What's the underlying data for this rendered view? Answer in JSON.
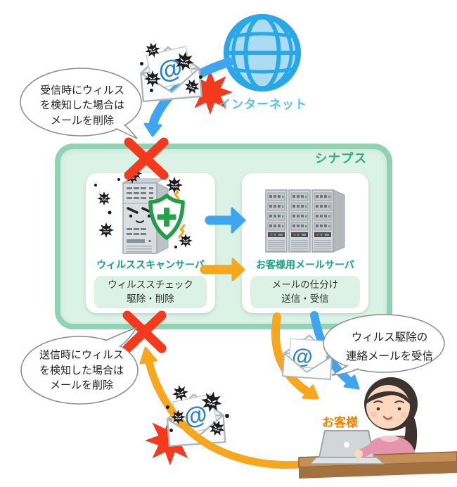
{
  "labels": {
    "internet": "インターネット",
    "synapse": "シナプス",
    "customer": "お客様",
    "at_symbol": "@"
  },
  "scan_server": {
    "title": "ウィルススキャンサーバ",
    "note_line1": "ウィルススチェック",
    "note_line2": "駆除・削除"
  },
  "mail_server": {
    "title": "お客様用メールサーバ",
    "note_line1": "メールの仕分け",
    "note_line2": "送信・受信"
  },
  "bubbles": {
    "receive_block": {
      "line1": "受信時にウィルス",
      "line2": "を検知した場合は",
      "line3": "メールを削除"
    },
    "send_block": {
      "line1": "送信時にウィルス",
      "line2": "を検知した場合は",
      "line3": "メールを削除"
    },
    "notify_mail": {
      "line1": "ウィルス駆除の",
      "line2": "連絡メールを受信"
    }
  },
  "colors": {
    "arrow_blue": "#3FA5F0",
    "arrow_orange": "#F6A71F",
    "block_red": "#F4391C",
    "frame_green_border": "#8FD3B4",
    "frame_green_fill": "#DBF2E6",
    "title_green": "#0FA377",
    "synapse_green": "#2EAD7D",
    "internet_blue": "#54BEF0",
    "customer_orange": "#EF8200",
    "at_blue": "#2B83C9"
  }
}
